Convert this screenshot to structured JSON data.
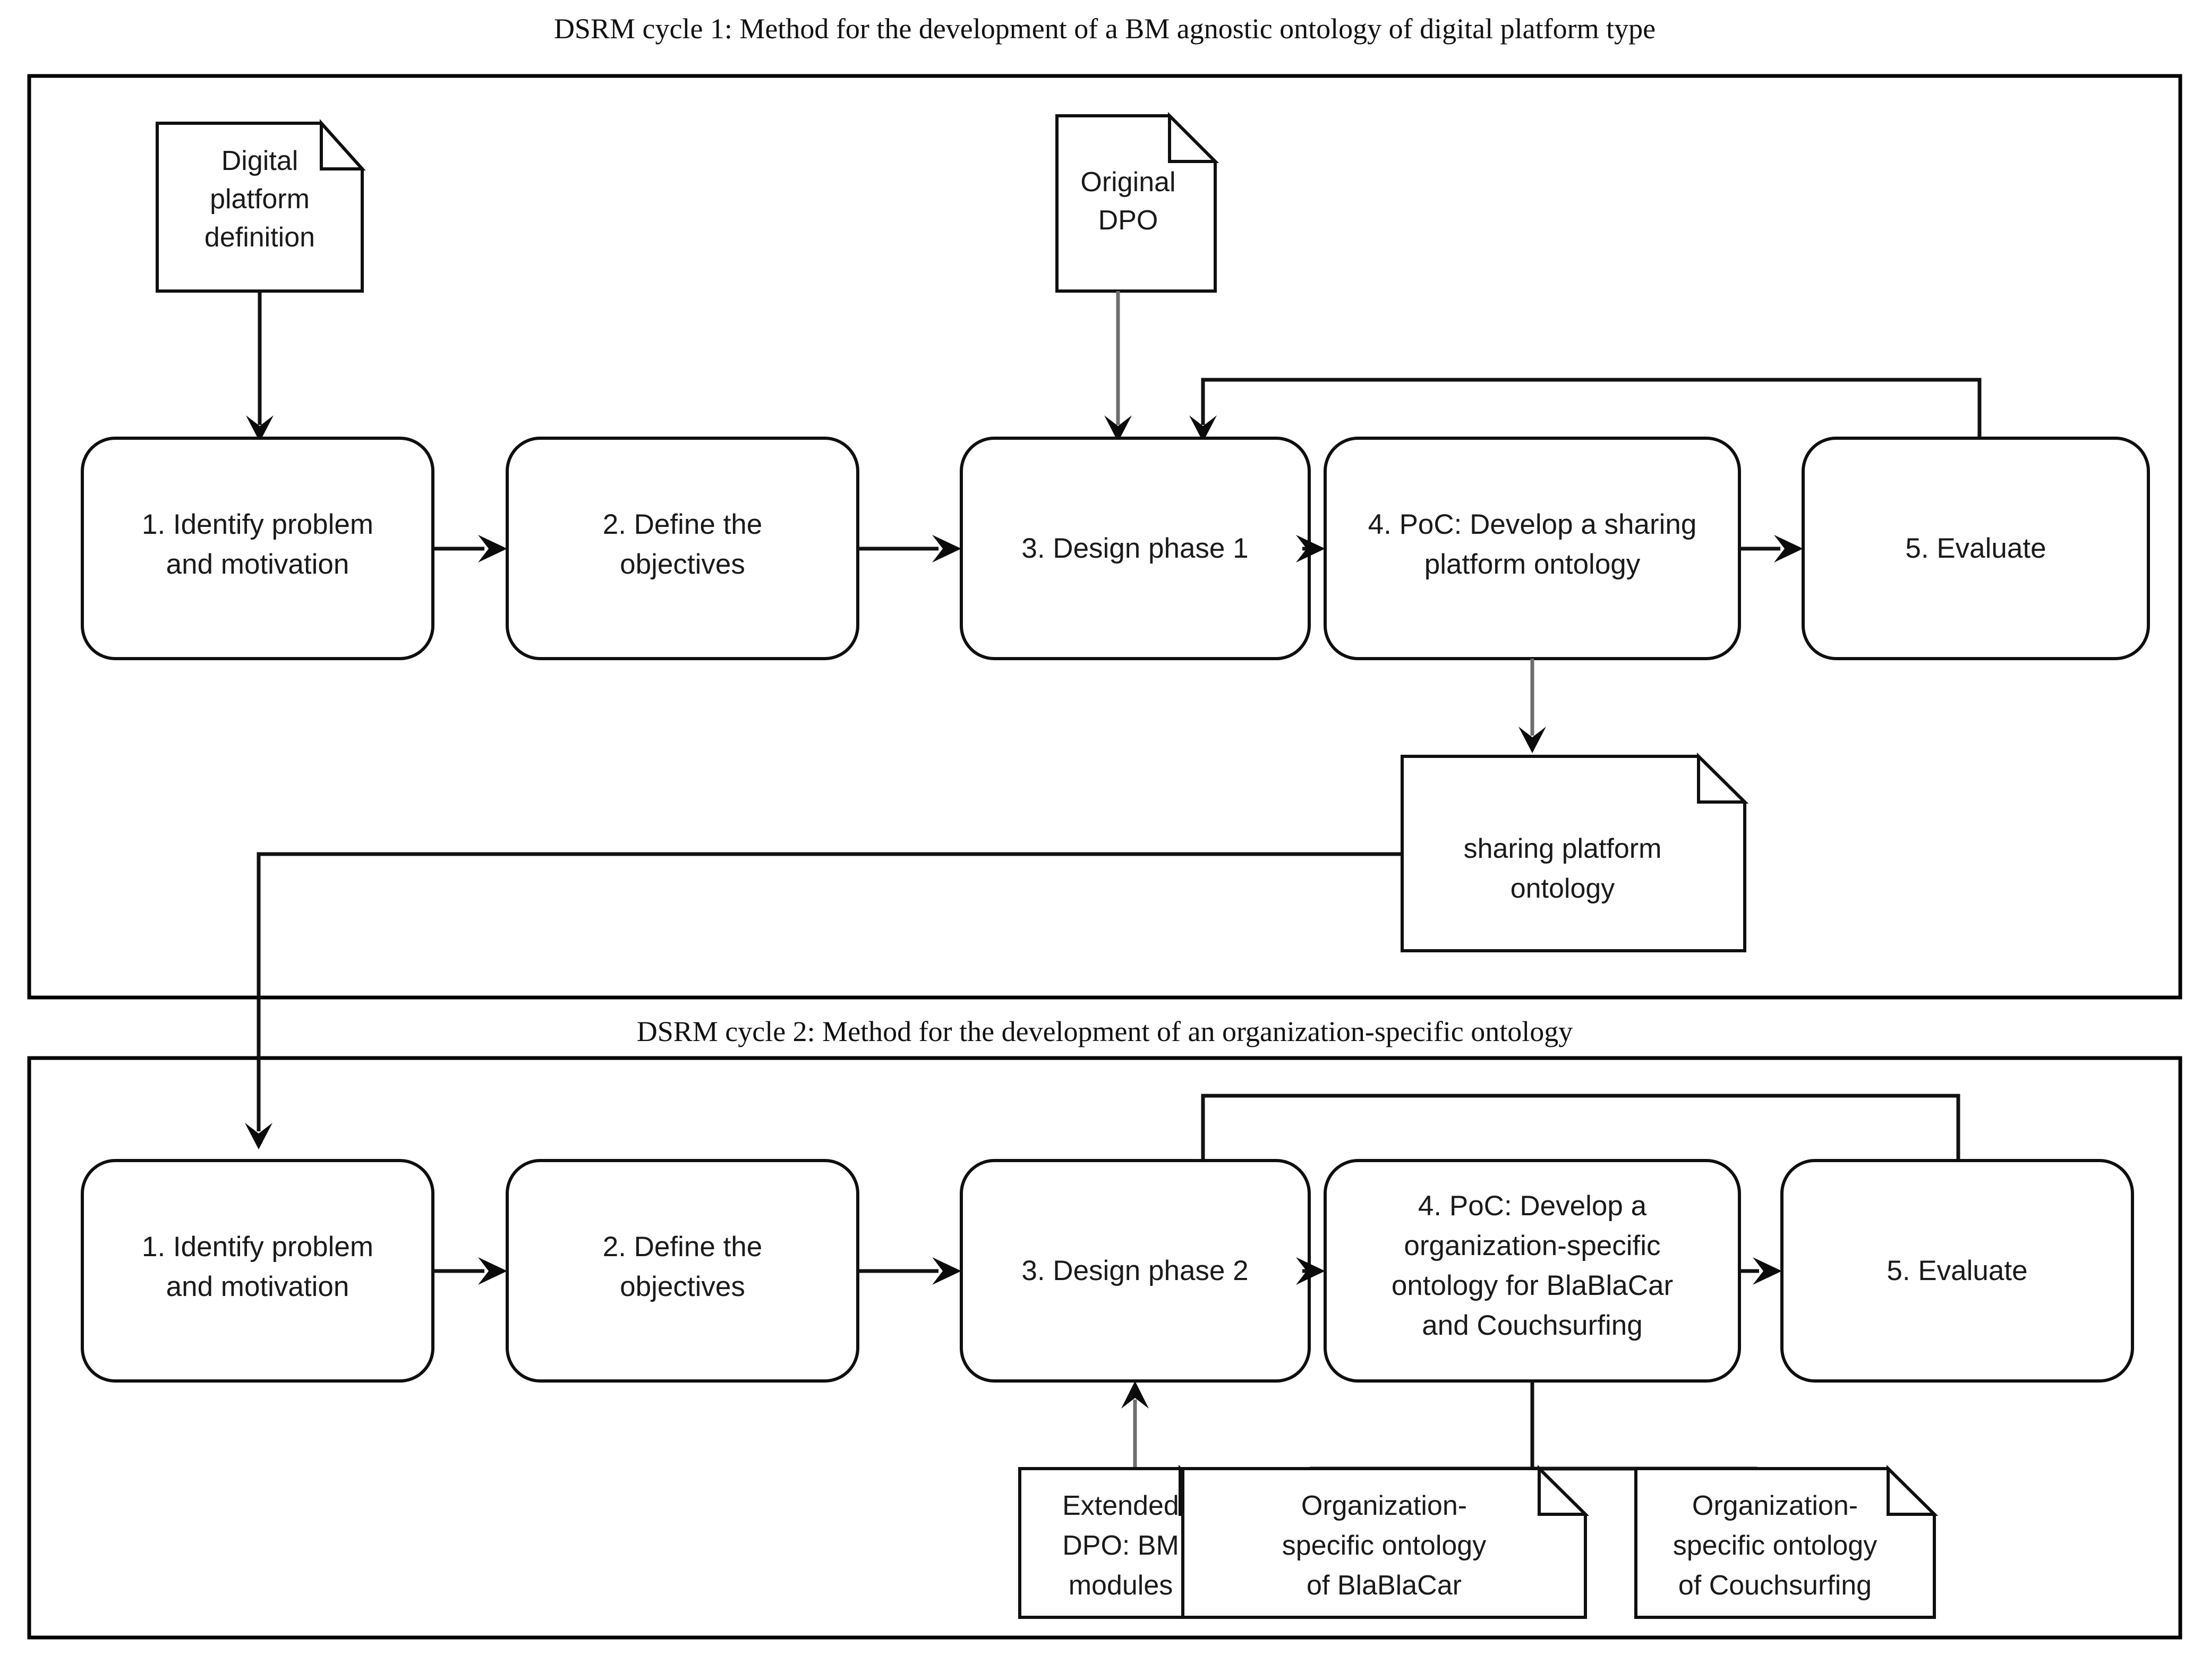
{
  "figure": {
    "type": "flowchart",
    "description": "Two-cycle DSRM process diagram"
  },
  "cycle1": {
    "title": "DSRM cycle 1: Method for the development of a BM agnostic ontology of digital platform type",
    "documents": [
      {
        "id": "digital-platform-definition",
        "text": [
          "Digital",
          "platform",
          "definition"
        ]
      },
      {
        "id": "original-dpo",
        "text": [
          "Original",
          "DPO"
        ]
      },
      {
        "id": "sharing-platform-ontology",
        "text": [
          "sharing platform",
          "ontology"
        ]
      }
    ],
    "steps": [
      {
        "id": "step1",
        "lines": [
          "1. Identify problem",
          "and motivation"
        ]
      },
      {
        "id": "step2",
        "lines": [
          "2. Define the",
          "objectives"
        ]
      },
      {
        "id": "step3",
        "lines": [
          "3. Design phase 1"
        ]
      },
      {
        "id": "step4",
        "lines": [
          "4. PoC: Develop a sharing",
          "platform ontology"
        ]
      },
      {
        "id": "step5",
        "lines": [
          "5. Evaluate"
        ]
      }
    ]
  },
  "cycle2": {
    "title": "DSRM cycle 2: Method for the development of an organization-specific  ontology",
    "documents": [
      {
        "id": "extended-dpo",
        "text": [
          "Extended",
          "DPO:  BM",
          "modules"
        ]
      },
      {
        "id": "org-ontology-blablacar",
        "text": [
          "Organization-",
          "specific ontology",
          "of BlaBlaCar"
        ]
      },
      {
        "id": "org-ontology-couchsurfing",
        "text": [
          "Organization-",
          "specific ontology",
          "of Couchsurfing"
        ]
      }
    ],
    "steps": [
      {
        "id": "step1",
        "lines": [
          "1. Identify problem",
          "and motivation"
        ]
      },
      {
        "id": "step2",
        "lines": [
          "2. Define the",
          "objectives"
        ]
      },
      {
        "id": "step3",
        "lines": [
          "3. Design phase 2"
        ]
      },
      {
        "id": "step4",
        "lines": [
          "4. PoC: Develop a",
          "organization-specific",
          "ontology for BlaBlaCar",
          "and Couchsurfing"
        ]
      },
      {
        "id": "step5",
        "lines": [
          "5. Evaluate"
        ]
      }
    ]
  },
  "colors": {
    "stroke": "#0f0f0f",
    "connector": "#121212",
    "connector_soft": "#6e6e6e",
    "fill": "#ffffff",
    "text": "#1a1a1a"
  }
}
